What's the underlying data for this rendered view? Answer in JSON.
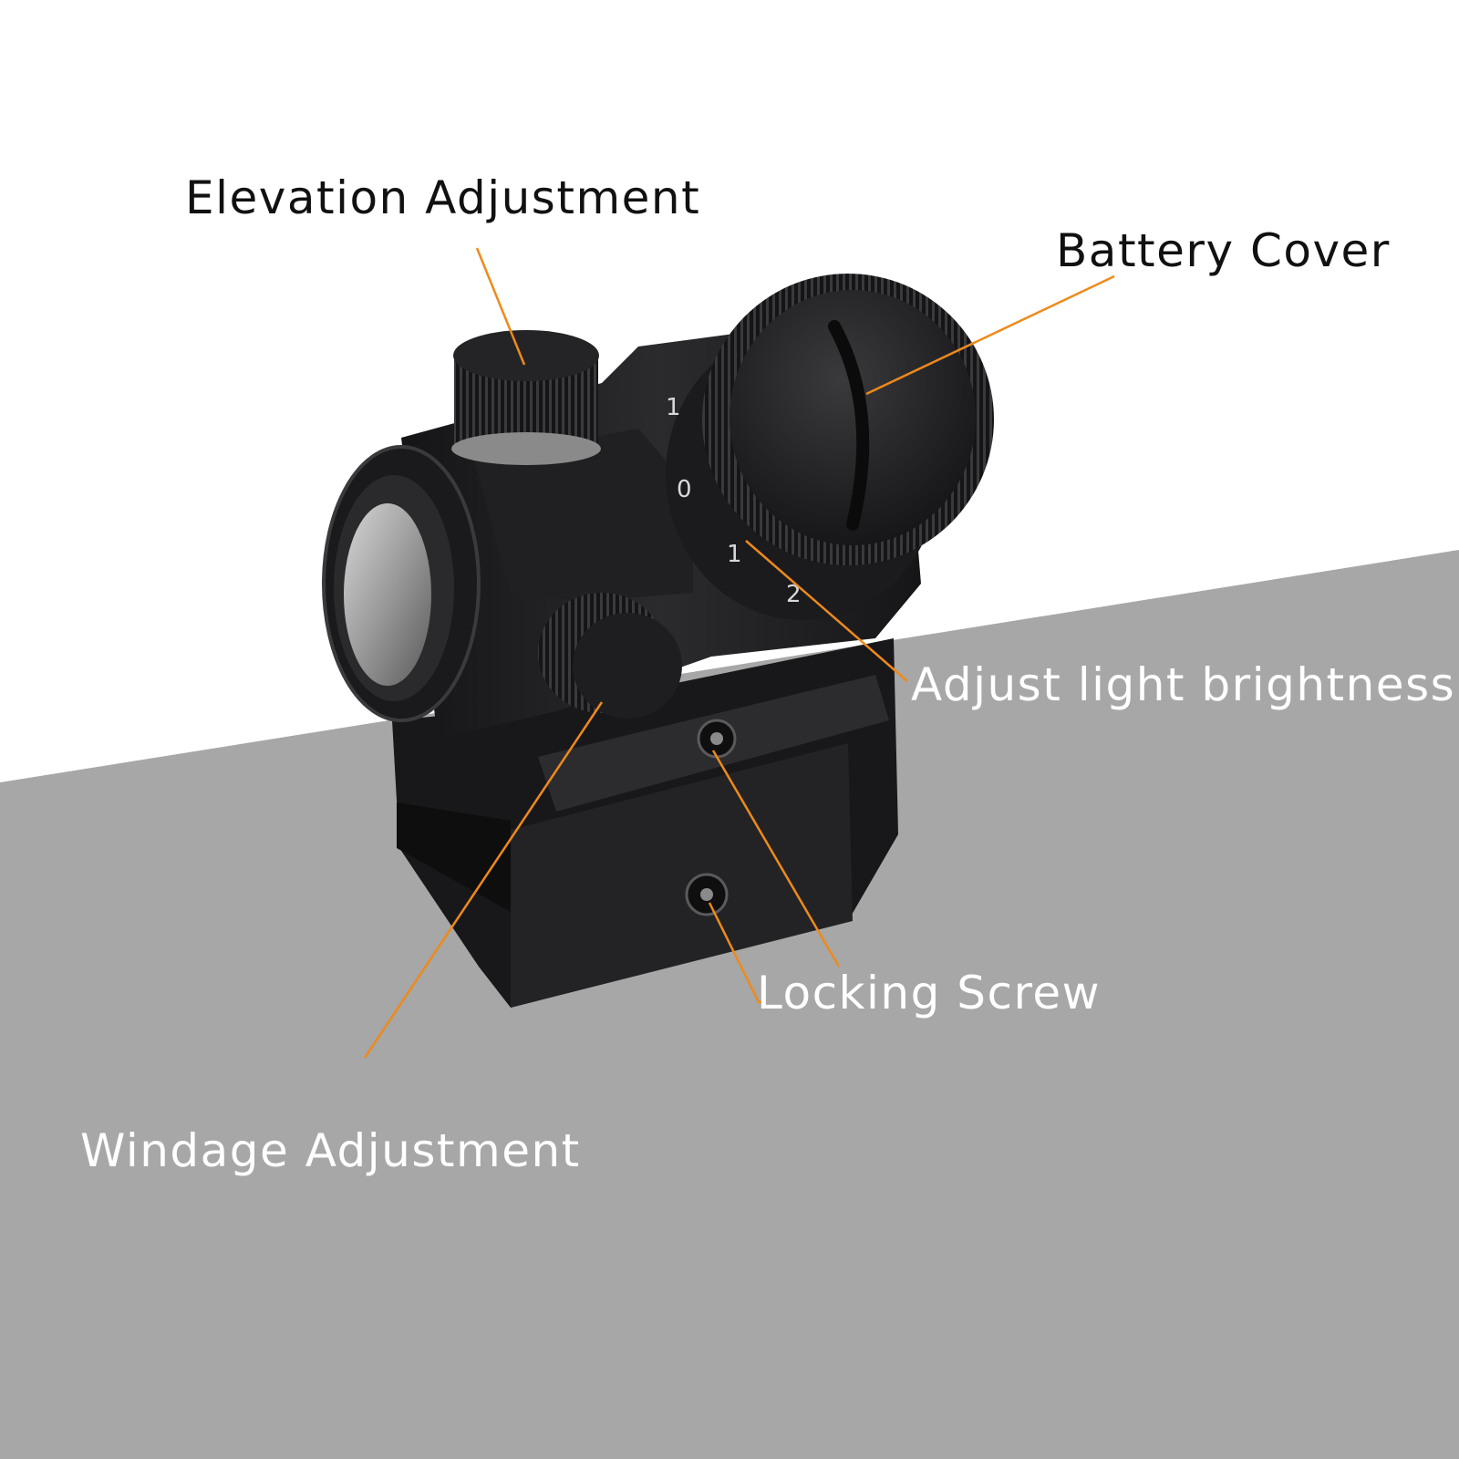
{
  "colors": {
    "background_top": "#ffffff",
    "background_bottom": "#a7a7a7",
    "leader_line": "#ee8a1a",
    "label_dark": "#111111",
    "label_light": "#ffffff",
    "sight_body": "#1c1c1e"
  },
  "dial_marks": [
    "1",
    "0",
    "1",
    "2"
  ],
  "callouts": {
    "elevation": "Elevation Adjustment",
    "battery": "Battery Cover",
    "brightness": "Adjust light brightness",
    "locking": "Locking Screw",
    "windage": "Windage Adjustment"
  }
}
